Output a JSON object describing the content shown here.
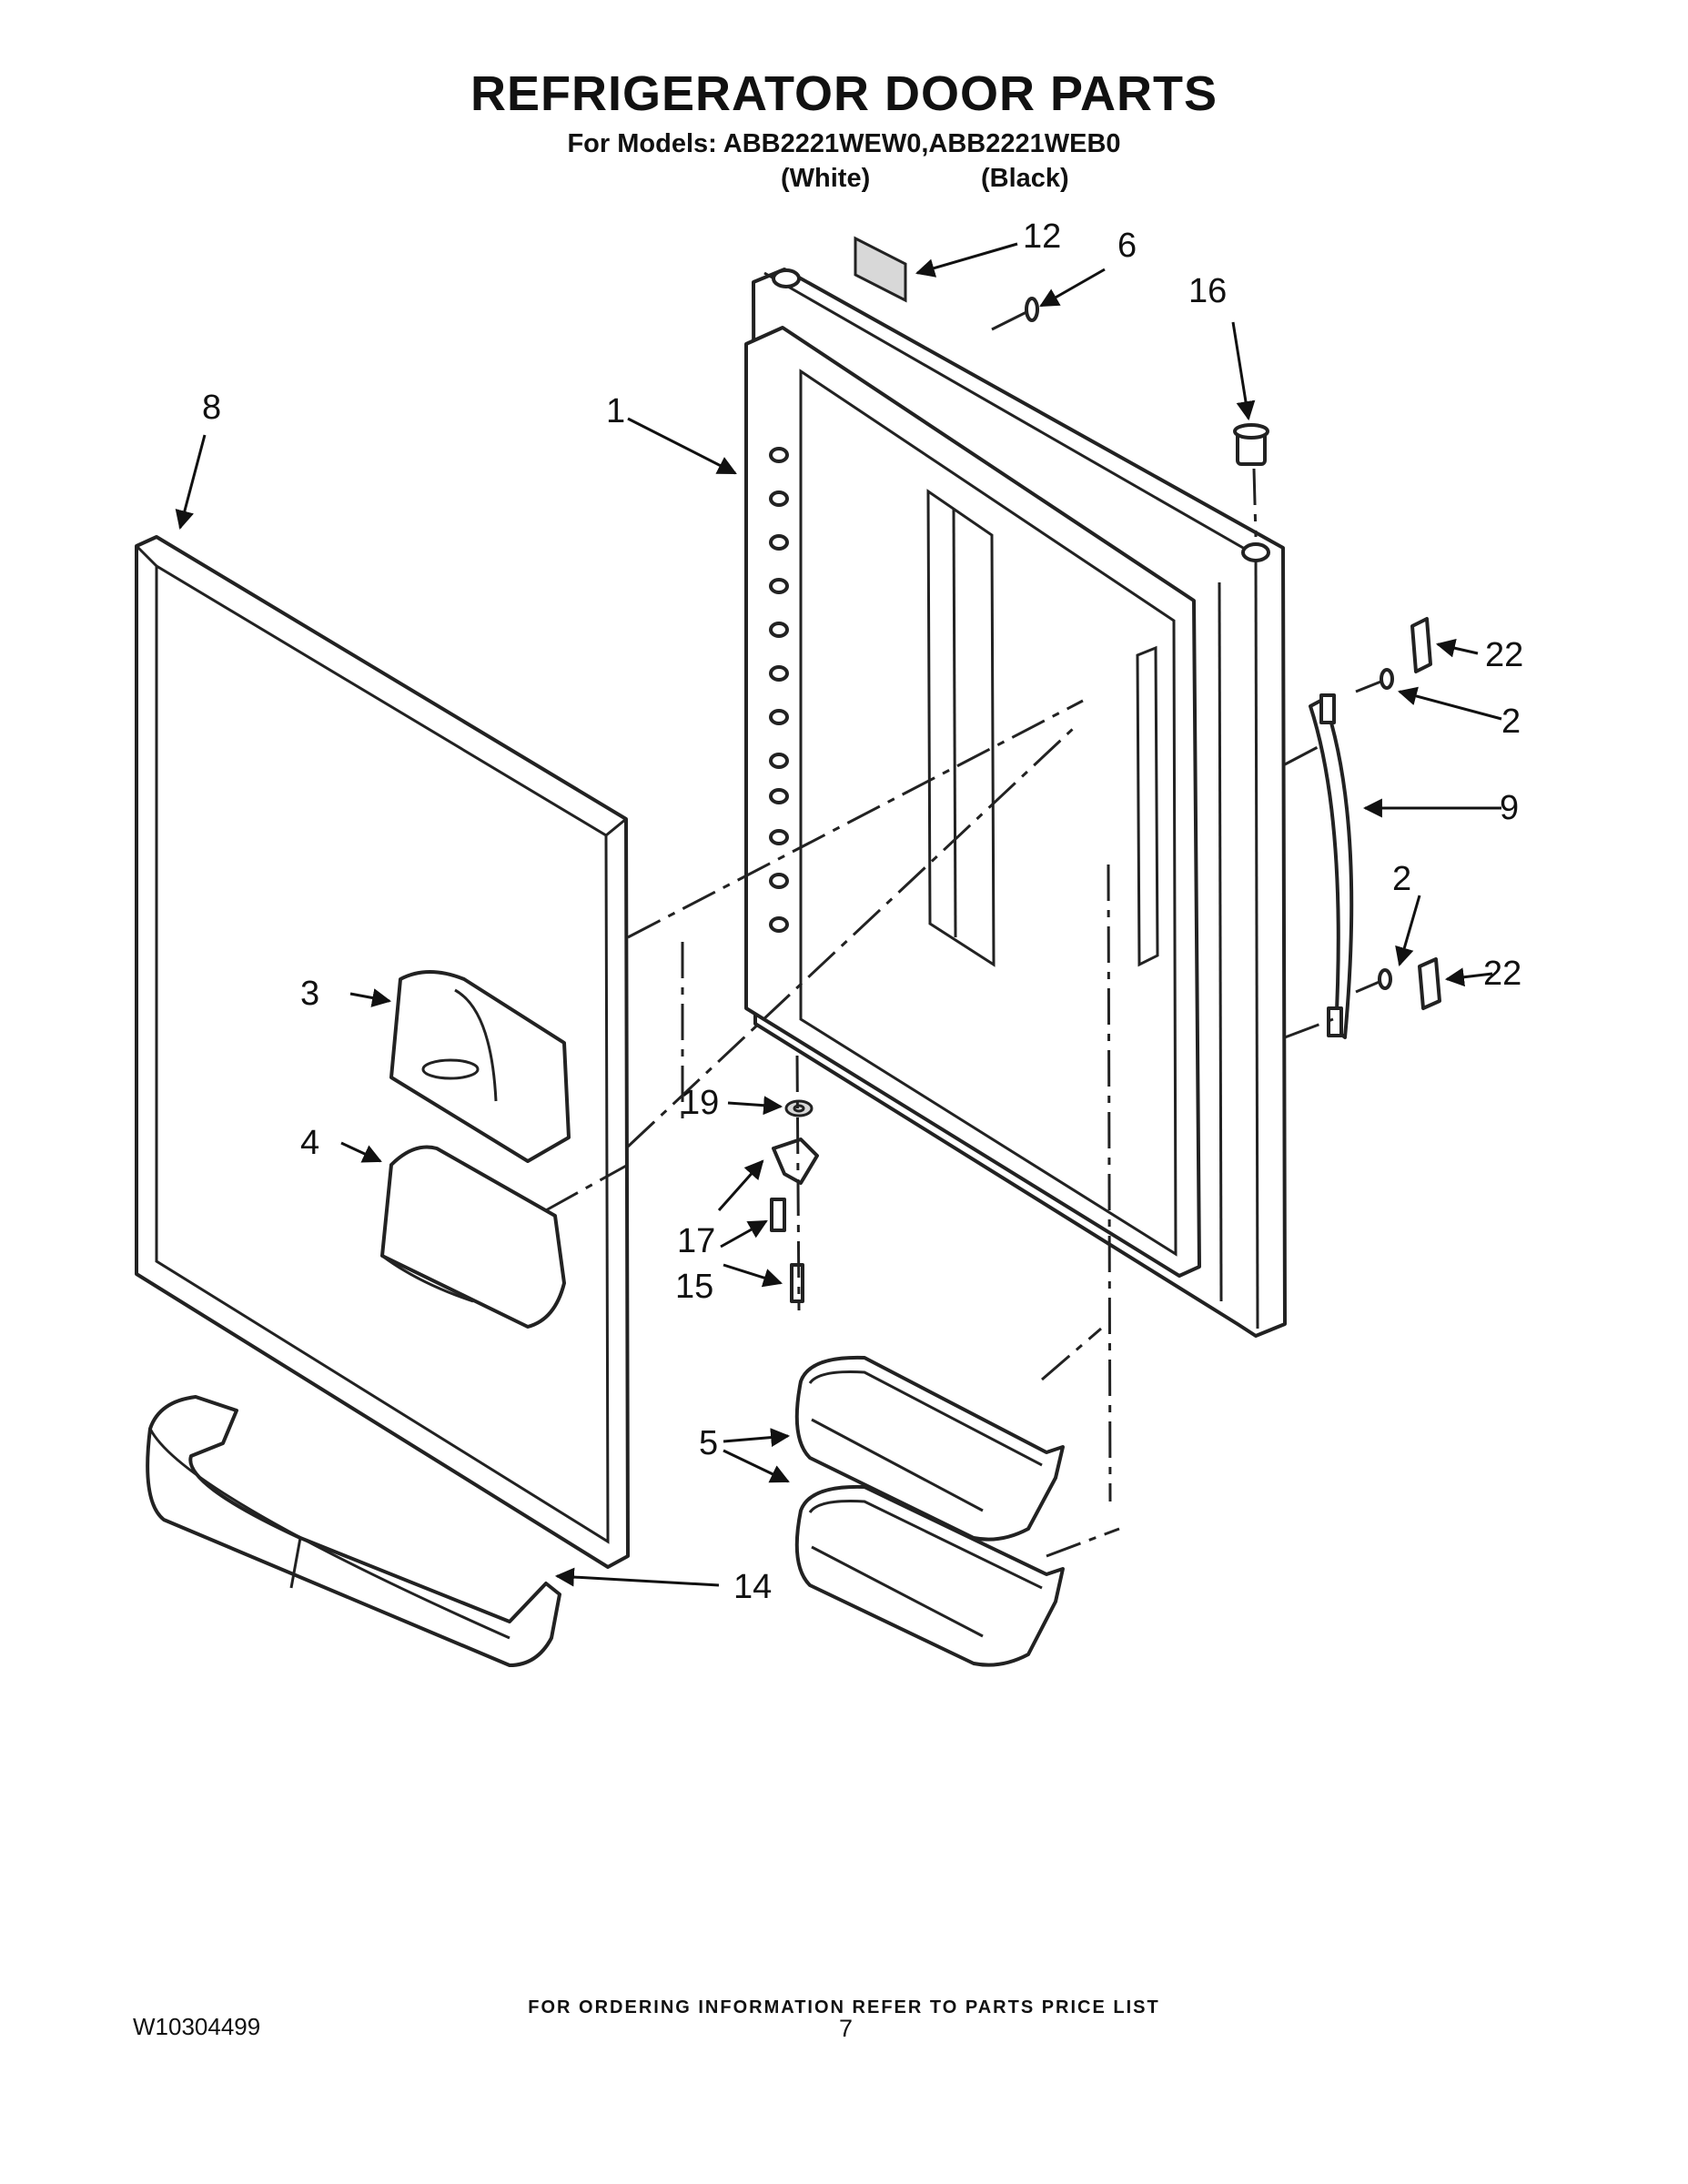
{
  "header": {
    "title": "REFRIGERATOR DOOR PARTS",
    "models_line": "For Models: ABB2221WEW0,ABB2221WEB0",
    "color_white": "(White)",
    "color_black": "(Black)"
  },
  "callouts": {
    "c1": "1",
    "c2a": "2",
    "c2b": "2",
    "c3": "3",
    "c4": "4",
    "c5": "5",
    "c6": "6",
    "c8": "8",
    "c9": "9",
    "c12": "12",
    "c14": "14",
    "c15": "15",
    "c16": "16",
    "c17": "17",
    "c19": "19",
    "c22a": "22",
    "c22b": "22"
  },
  "footer": {
    "ordering_note": "FOR ORDERING INFORMATION REFER TO PARTS PRICE LIST",
    "document_number": "W10304499",
    "page_number": "7"
  }
}
